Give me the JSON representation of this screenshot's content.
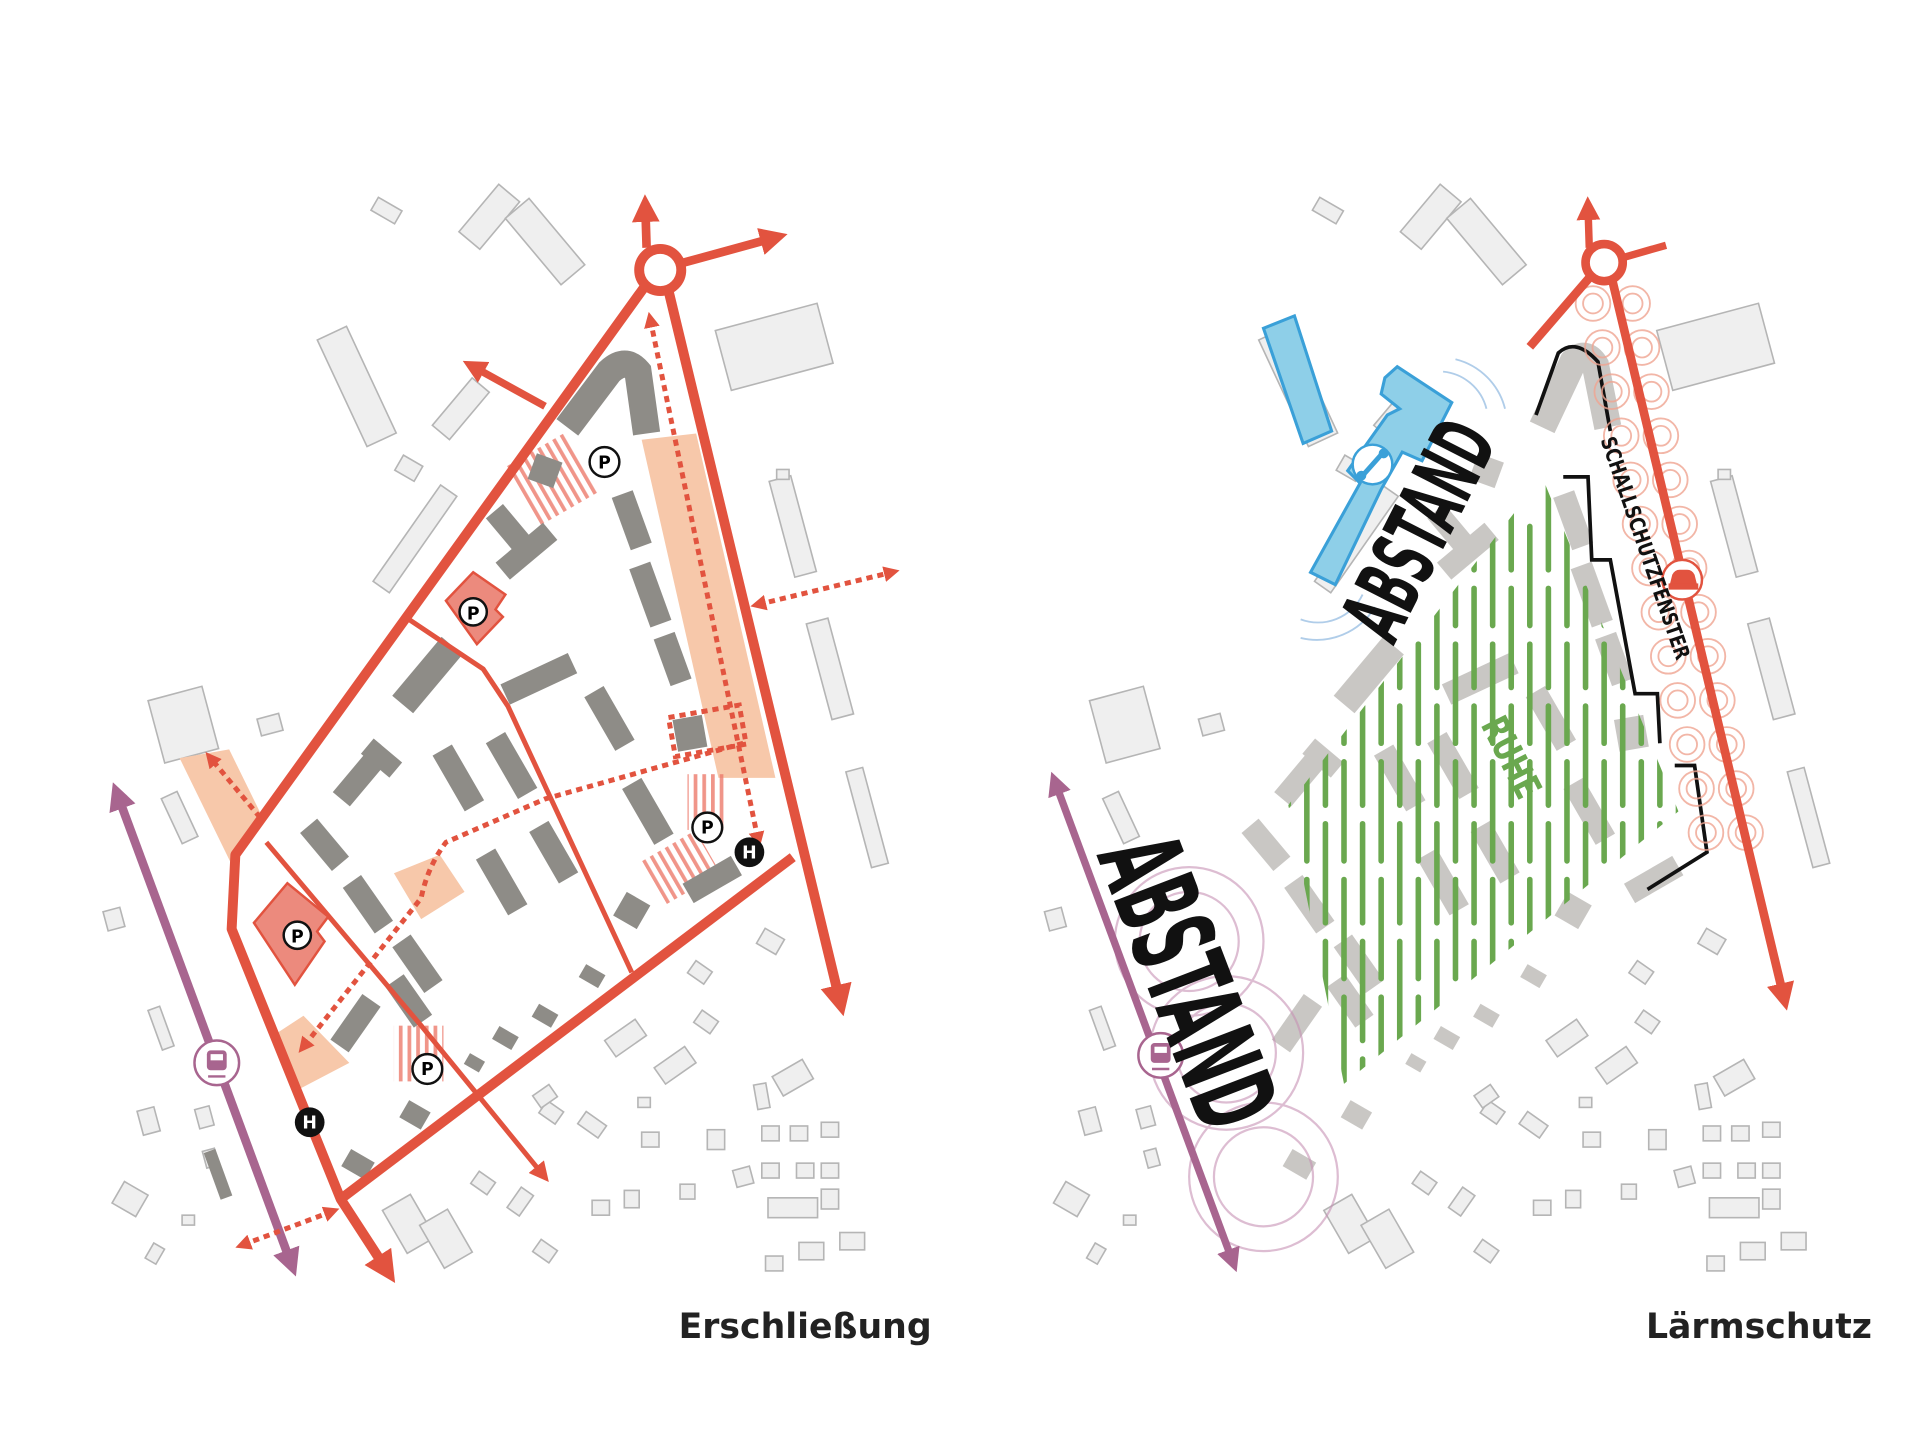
{
  "panels": [
    {
      "title": "Erschließung",
      "markers": {
        "parking": "P",
        "stop": "H"
      },
      "icons": [
        "train-icon",
        "parking-garage-icon",
        "parking-icon",
        "bus-stop-icon"
      ]
    },
    {
      "title": "Lärmschutz",
      "labels": {
        "distance_rail": "ABSTAND",
        "distance_workshop": "ABSTAND",
        "quiet": "RUHE",
        "windows": "SCHALLSCHUTZFENSTER"
      },
      "icons": [
        "train-icon",
        "wrench-icon",
        "car-icon"
      ]
    }
  ],
  "colors": {
    "road": "#e2533f",
    "rail": "#a8658f",
    "building": "#8e8c87",
    "quiet_zone": "#6aa84f",
    "workshop": "#8ecfe8",
    "open_space": "#f7c8aa"
  }
}
